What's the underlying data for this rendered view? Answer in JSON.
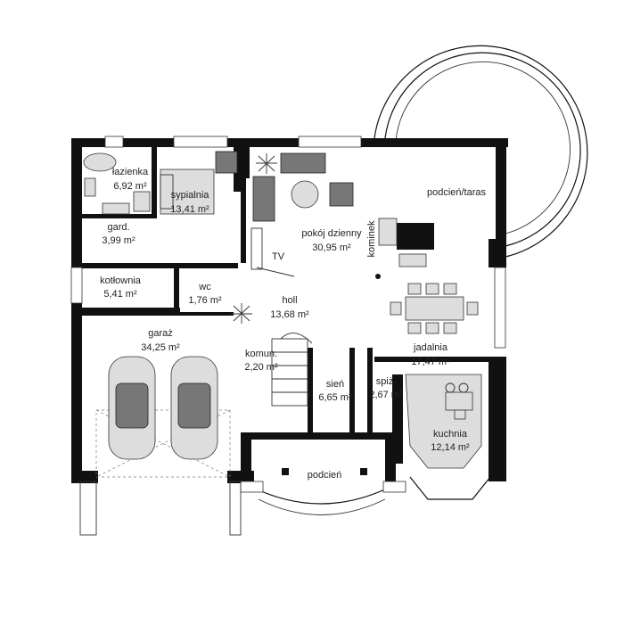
{
  "rooms": {
    "lazienka": {
      "name": "łazienka",
      "area": "6,92 m²"
    },
    "sypialnia": {
      "name": "sypialnia",
      "area": "13,41 m²"
    },
    "gard": {
      "name": "gard.",
      "area": "3,99 m²"
    },
    "kotlownia": {
      "name": "kotłownia",
      "area": "5,41 m²"
    },
    "wc": {
      "name": "wc",
      "area": "1,76 m²"
    },
    "garaz": {
      "name": "garaż",
      "area": "34,25 m²"
    },
    "holl": {
      "name": "holl",
      "area": "13,68 m²"
    },
    "komun": {
      "name": "komun.",
      "area": "2,20 m²"
    },
    "sien": {
      "name": "sień",
      "area": "6,65 m²"
    },
    "spiz": {
      "name": "spiż.",
      "area": "2,67 m²"
    },
    "pokoj": {
      "name": "pokój dzienny",
      "area": "30,95 m²"
    },
    "jadalnia": {
      "name": "jadalnia",
      "area": "17,47 m²"
    },
    "kuchnia": {
      "name": "kuchnia",
      "area": "12,14 m²"
    },
    "podcien_taras": {
      "name": "podcień/taras"
    },
    "podcien": {
      "name": "podcień"
    }
  },
  "labels": {
    "tv": "TV",
    "kominek": "kominek"
  }
}
